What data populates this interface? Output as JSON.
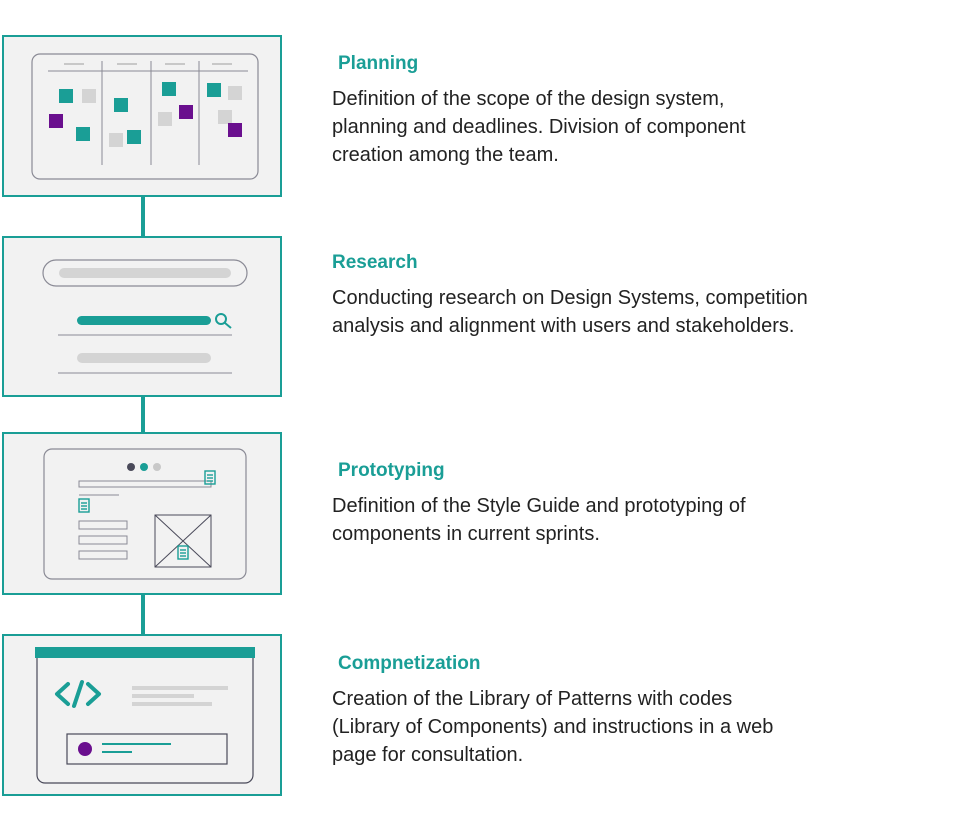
{
  "colors": {
    "accent": "#1a9e96",
    "purple": "#6a0f8e",
    "card_bg": "#f2f2f2",
    "text": "#222222"
  },
  "steps": [
    {
      "title": "Planning",
      "description": "Definition of the scope of the design system, planning and deadlines. Division of component creation among the team.",
      "icon": "kanban-board-icon"
    },
    {
      "title": "Research",
      "description": "Conducting research on Design Systems, competition analysis and alignment with users and stakeholders.",
      "icon": "search-results-icon"
    },
    {
      "title": "Prototyping",
      "description": "Definition of the Style Guide and prototyping of components in current sprints.",
      "icon": "wireframe-icon"
    },
    {
      "title": "Compnetization",
      "description": "Creation of the Library of Patterns with codes (Library of Components) and instructions in a web page for consultation.",
      "icon": "code-window-icon"
    }
  ]
}
